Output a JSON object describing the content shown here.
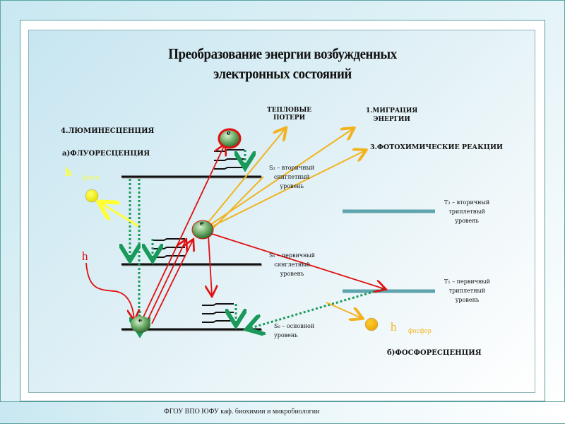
{
  "slide": {
    "title_line1": "Преобразование энергии возбужденных",
    "title_line2": "электронных состояний",
    "footer": "ФГОУ ВПО ЮФУ  каф. биохимии и микробиологии"
  },
  "labels": {
    "luminescence": "4.ЛЮМИНЕСЦЕНЦИЯ",
    "fluorescence": "а)ФЛУОРЕСЦЕНЦИЯ",
    "phosphorescence": "б)ФОСФОРЕСЦЕНЦИЯ",
    "heat_loss_line1": "ТЕПЛОВЫЕ",
    "heat_loss_line2": "ПОТЕРИ",
    "migration_line1": "1.МИГРАЦИЯ",
    "migration_line2": "ЭНЕРГИИ",
    "photochem": "3.ФОТОХИМИЧЕСКИЕ  РЕАКЦИИ"
  },
  "levels": {
    "s2": [
      "S₂ – вторичный",
      "синглетный",
      "уровень"
    ],
    "s1": [
      "S₁ – первичный",
      "синглетный",
      "уровень"
    ],
    "s0": [
      "S₀ – основной",
      "уровень"
    ],
    "t2": [
      "T₂ – вторичный",
      "триплетный",
      "уровень"
    ],
    "t1": [
      "T₁ – первичный",
      "триплетный",
      "уровень"
    ]
  },
  "photons": {
    "fluor_h": "h",
    "fluor_word": "фотон",
    "absorb_h": "h",
    "phos_h": "h",
    "phos_word": "фосфор"
  },
  "electron": {
    "symbol": "e",
    "charge": "-"
  },
  "colors": {
    "fluorescence": "#ffff33",
    "absorption": "#e01010",
    "heat_arrows": "#f2b320",
    "relaxation": "#1a9a5a",
    "triplet_level": "#5fa3ad"
  }
}
